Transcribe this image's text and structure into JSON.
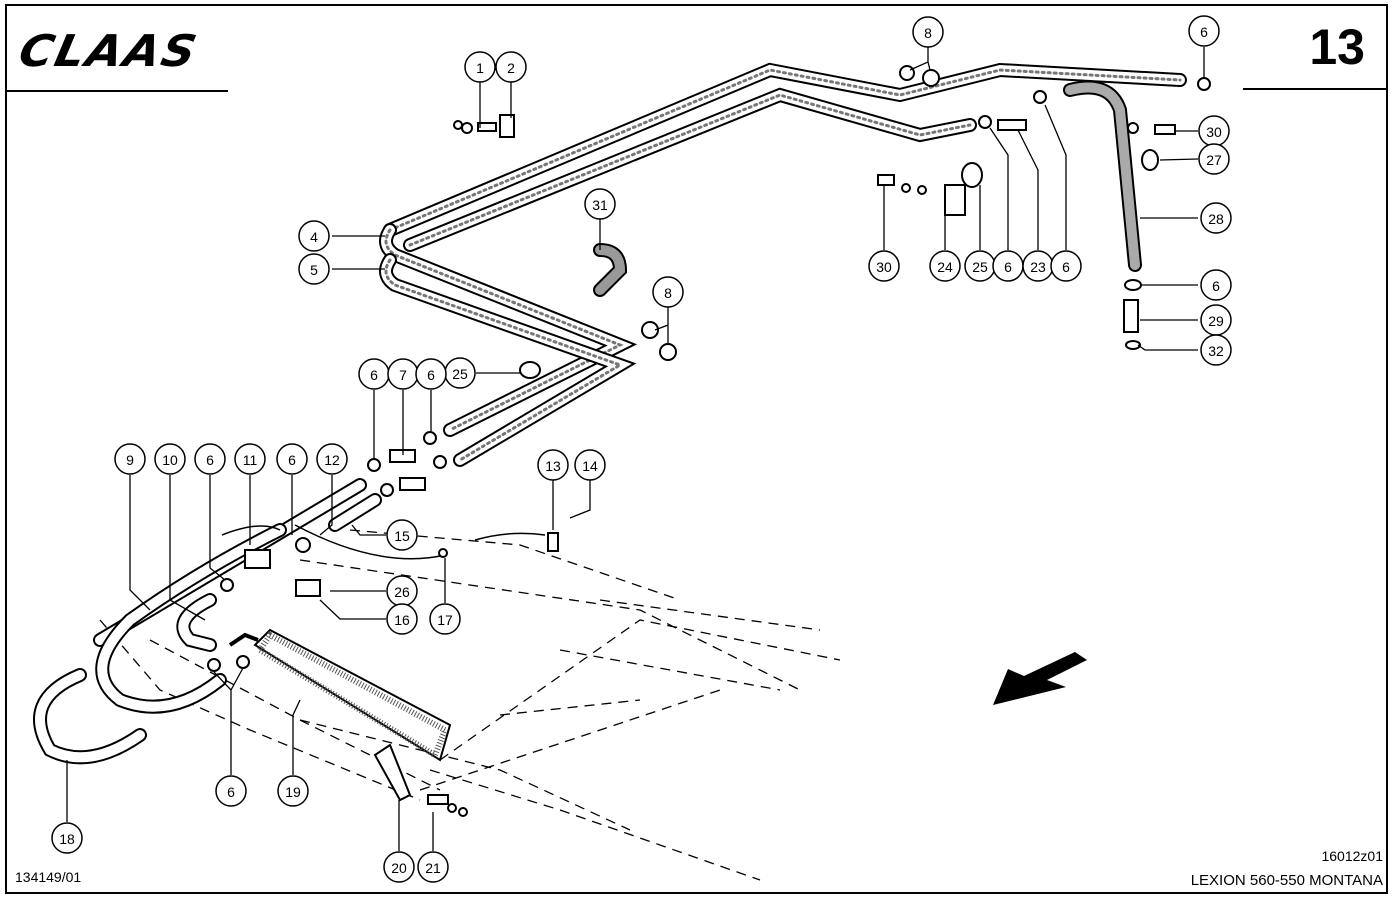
{
  "header": {
    "brand": "CLAAS",
    "page_number": "13"
  },
  "footer": {
    "reference": "134149/01",
    "drawing_code": "16012z01",
    "model": "LEXION 560-550 MONTANA"
  },
  "callouts": [
    {
      "id": "c1",
      "label": "1"
    },
    {
      "id": "c2",
      "label": "2"
    },
    {
      "id": "c4",
      "label": "4"
    },
    {
      "id": "c5",
      "label": "5"
    },
    {
      "id": "c31",
      "label": "31"
    },
    {
      "id": "c8a",
      "label": "8"
    },
    {
      "id": "c6a",
      "label": "6"
    },
    {
      "id": "c30a",
      "label": "30"
    },
    {
      "id": "c27",
      "label": "27"
    },
    {
      "id": "c28",
      "label": "28"
    },
    {
      "id": "c30b",
      "label": "30"
    },
    {
      "id": "c24",
      "label": "24"
    },
    {
      "id": "c25a",
      "label": "25"
    },
    {
      "id": "c6b",
      "label": "6"
    },
    {
      "id": "c23",
      "label": "23"
    },
    {
      "id": "c6c",
      "label": "6"
    },
    {
      "id": "c6d",
      "label": "6"
    },
    {
      "id": "c29",
      "label": "29"
    },
    {
      "id": "c32",
      "label": "32"
    },
    {
      "id": "c8b",
      "label": "8"
    },
    {
      "id": "c25b",
      "label": "25"
    },
    {
      "id": "c6e",
      "label": "6"
    },
    {
      "id": "c7",
      "label": "7"
    },
    {
      "id": "c6f",
      "label": "6"
    },
    {
      "id": "c9",
      "label": "9"
    },
    {
      "id": "c10",
      "label": "10"
    },
    {
      "id": "c6g",
      "label": "6"
    },
    {
      "id": "c11",
      "label": "11"
    },
    {
      "id": "c6h",
      "label": "6"
    },
    {
      "id": "c12",
      "label": "12"
    },
    {
      "id": "c13",
      "label": "13"
    },
    {
      "id": "c14",
      "label": "14"
    },
    {
      "id": "c15",
      "label": "15"
    },
    {
      "id": "c26",
      "label": "26"
    },
    {
      "id": "c16",
      "label": "16"
    },
    {
      "id": "c17",
      "label": "17"
    },
    {
      "id": "c18",
      "label": "18"
    },
    {
      "id": "c6i",
      "label": "6"
    },
    {
      "id": "c19",
      "label": "19"
    },
    {
      "id": "c20",
      "label": "20"
    },
    {
      "id": "c21",
      "label": "21"
    }
  ],
  "icons": {
    "direction_arrow": "arrow-down-left-icon"
  }
}
